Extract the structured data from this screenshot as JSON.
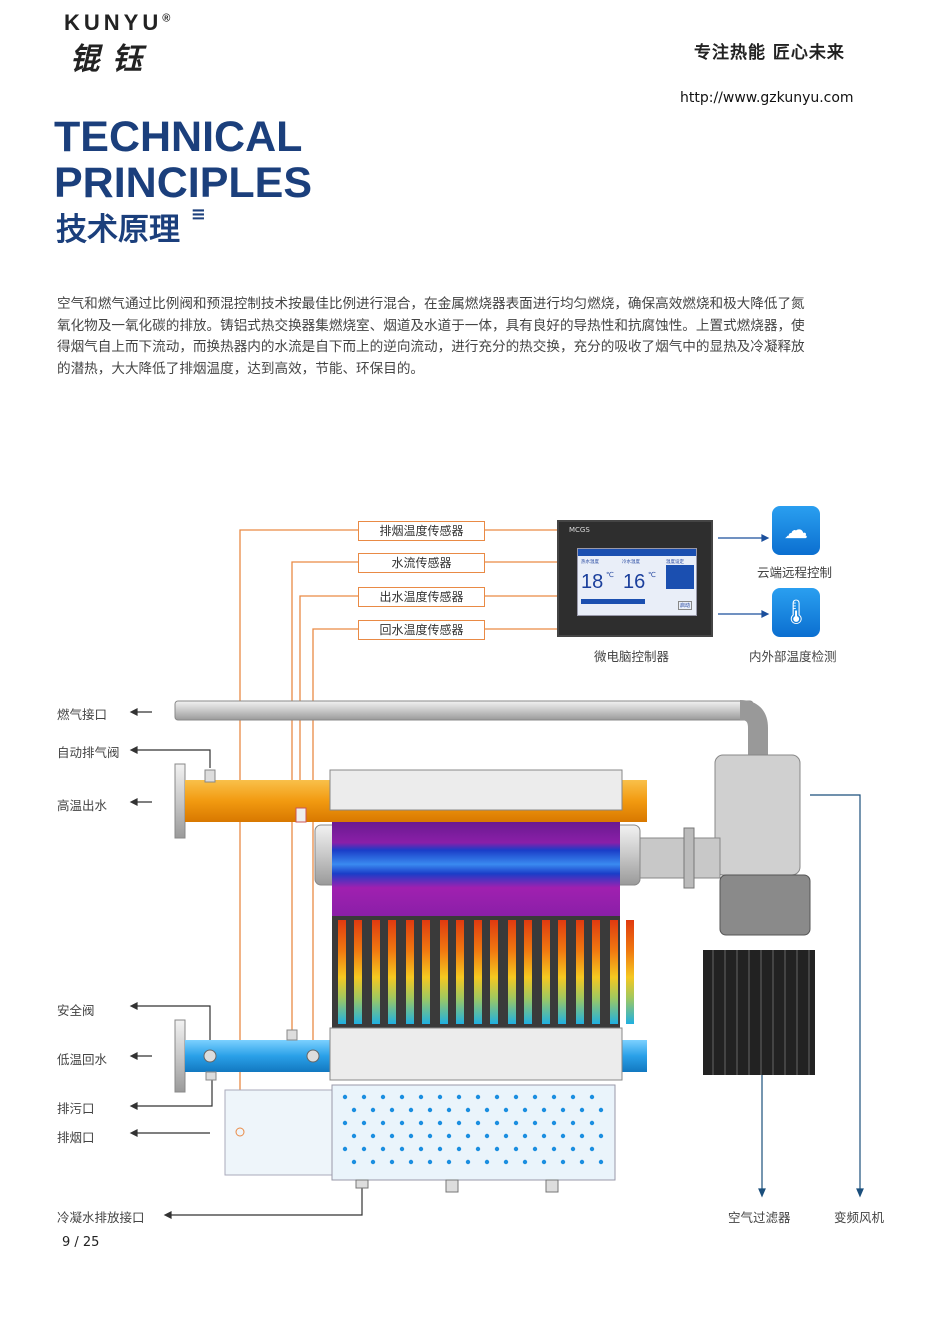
{
  "header": {
    "logo_en": "KUNYU",
    "logo_reg": "®",
    "logo_cn": "锟钰",
    "slogan": "专注热能  匠心未来",
    "url": "http://www.gzkunyu.com"
  },
  "title": {
    "line1": "TECHNICAL",
    "line2": "PRINCIPLES",
    "cn": "技术原理"
  },
  "paragraph": "空气和燃气通过比例阀和预混控制技术按最佳比例进行混合，在金属燃烧器表面进行均匀燃烧，确保高效燃烧和极大降低了氮氧化物及一氧化碳的排放。铸铝式热交换器集燃烧室、烟道及水道于一体，具有良好的导热性和抗腐蚀性。上置式燃烧器，使得烟气自上而下流动，而换热器内的水流是自下而上的逆向流动，进行充分的热交换，充分的吸收了烟气中的显热及冷凝释放的潜热，大大降低了排烟温度，达到高效，节能、环保目的。",
  "sensors": [
    "排烟温度传感器",
    "水流传感器",
    "出水温度传感器",
    "回水温度传感器"
  ],
  "controller": {
    "brand": "MCGS",
    "label": "微电脑控制器",
    "hot_label": "热水温度",
    "cold_label": "冷水温度",
    "set_label": "温度设定",
    "hot_value": "18",
    "cold_value": "16",
    "unit": "℃",
    "start": "启动"
  },
  "remote": {
    "cloud_label": "云端远程控制",
    "temp_label": "内外部温度检测"
  },
  "left_labels": {
    "gas": "燃气接口",
    "vent": "自动排气阀",
    "hot_out": "高温出水",
    "safety": "安全阀",
    "cold_in": "低温回水",
    "drain": "排污口",
    "flue": "排烟口",
    "condensate": "冷凝水排放接口"
  },
  "right_labels": {
    "filter": "空气过滤器",
    "fan": "变频风机"
  },
  "pagination": {
    "text": "9 / 25"
  },
  "colors": {
    "brand_blue": "#1b3f7c",
    "sensor_line": "#e98a45",
    "hot_pipe": "#f5a11a",
    "cold_pipe": "#2aa0e8"
  }
}
